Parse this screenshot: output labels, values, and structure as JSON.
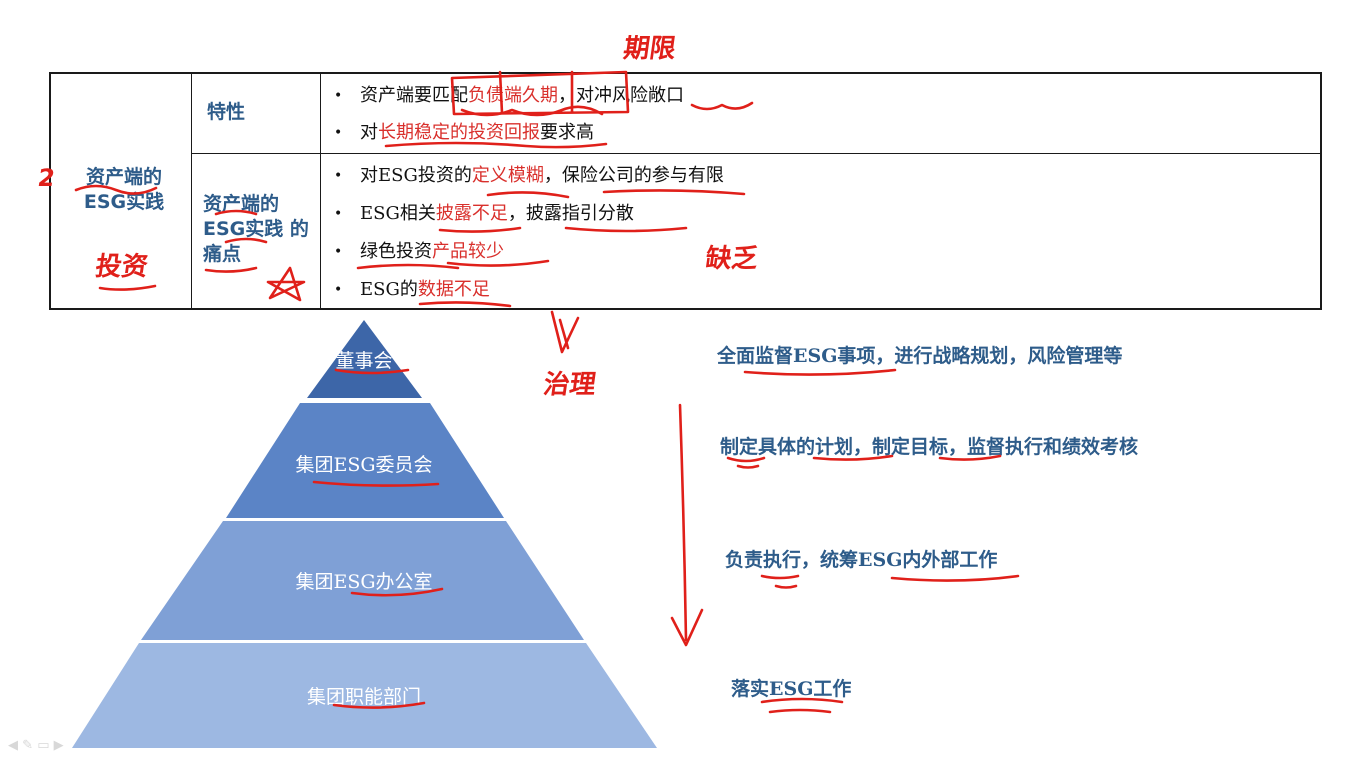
{
  "table": {
    "row_header": "资产端的 ESG实践",
    "rows": [
      {
        "label": "特性",
        "items": [
          {
            "plain_before": "资产端要匹配",
            "highlight": "负债端久期",
            "plain_after": "，对冲风险敞口"
          },
          {
            "plain_before": "对",
            "highlight": "长期稳定的投资回报",
            "plain_after": "要求高"
          }
        ]
      },
      {
        "label": "资产端的 ESG实践 的痛点",
        "items": [
          {
            "plain_before": "对ESG投资的",
            "highlight": "定义模糊",
            "plain_after": "，保险公司的参与有限"
          },
          {
            "plain_before": "ESG相关",
            "highlight": "披露不足",
            "plain_after": "，披露指引分散"
          },
          {
            "plain_before": "绿色投资",
            "highlight": "产品较少",
            "plain_after": ""
          },
          {
            "plain_before": "ESG的",
            "highlight": "数据不足",
            "plain_after": ""
          }
        ]
      }
    ]
  },
  "pyramid": {
    "tiers": [
      {
        "label": "董事会",
        "description": "全面监督ESG事项，进行战略规划，风险管理等",
        "color": "#3d66a8"
      },
      {
        "label": "集团ESG委员会",
        "description": "制定具体的计划，制定目标，监督执行和绩效考核",
        "color": "#5b84c6"
      },
      {
        "label": "集团ESG办公室",
        "description": "负责执行，统筹ESG内外部工作",
        "color": "#7fa0d6"
      },
      {
        "label": "集团职能部门",
        "description": "落实ESG工作",
        "color": "#9db8e2"
      }
    ]
  },
  "annotations": {
    "note_1": "期限",
    "note_2": "投资",
    "note_3": "缺乏",
    "note_4": "治理",
    "mark_1": "2"
  },
  "colors": {
    "accent_blue": "#2e5c8a",
    "ink_red": "#e0201a",
    "text_red": "#d9302c"
  }
}
